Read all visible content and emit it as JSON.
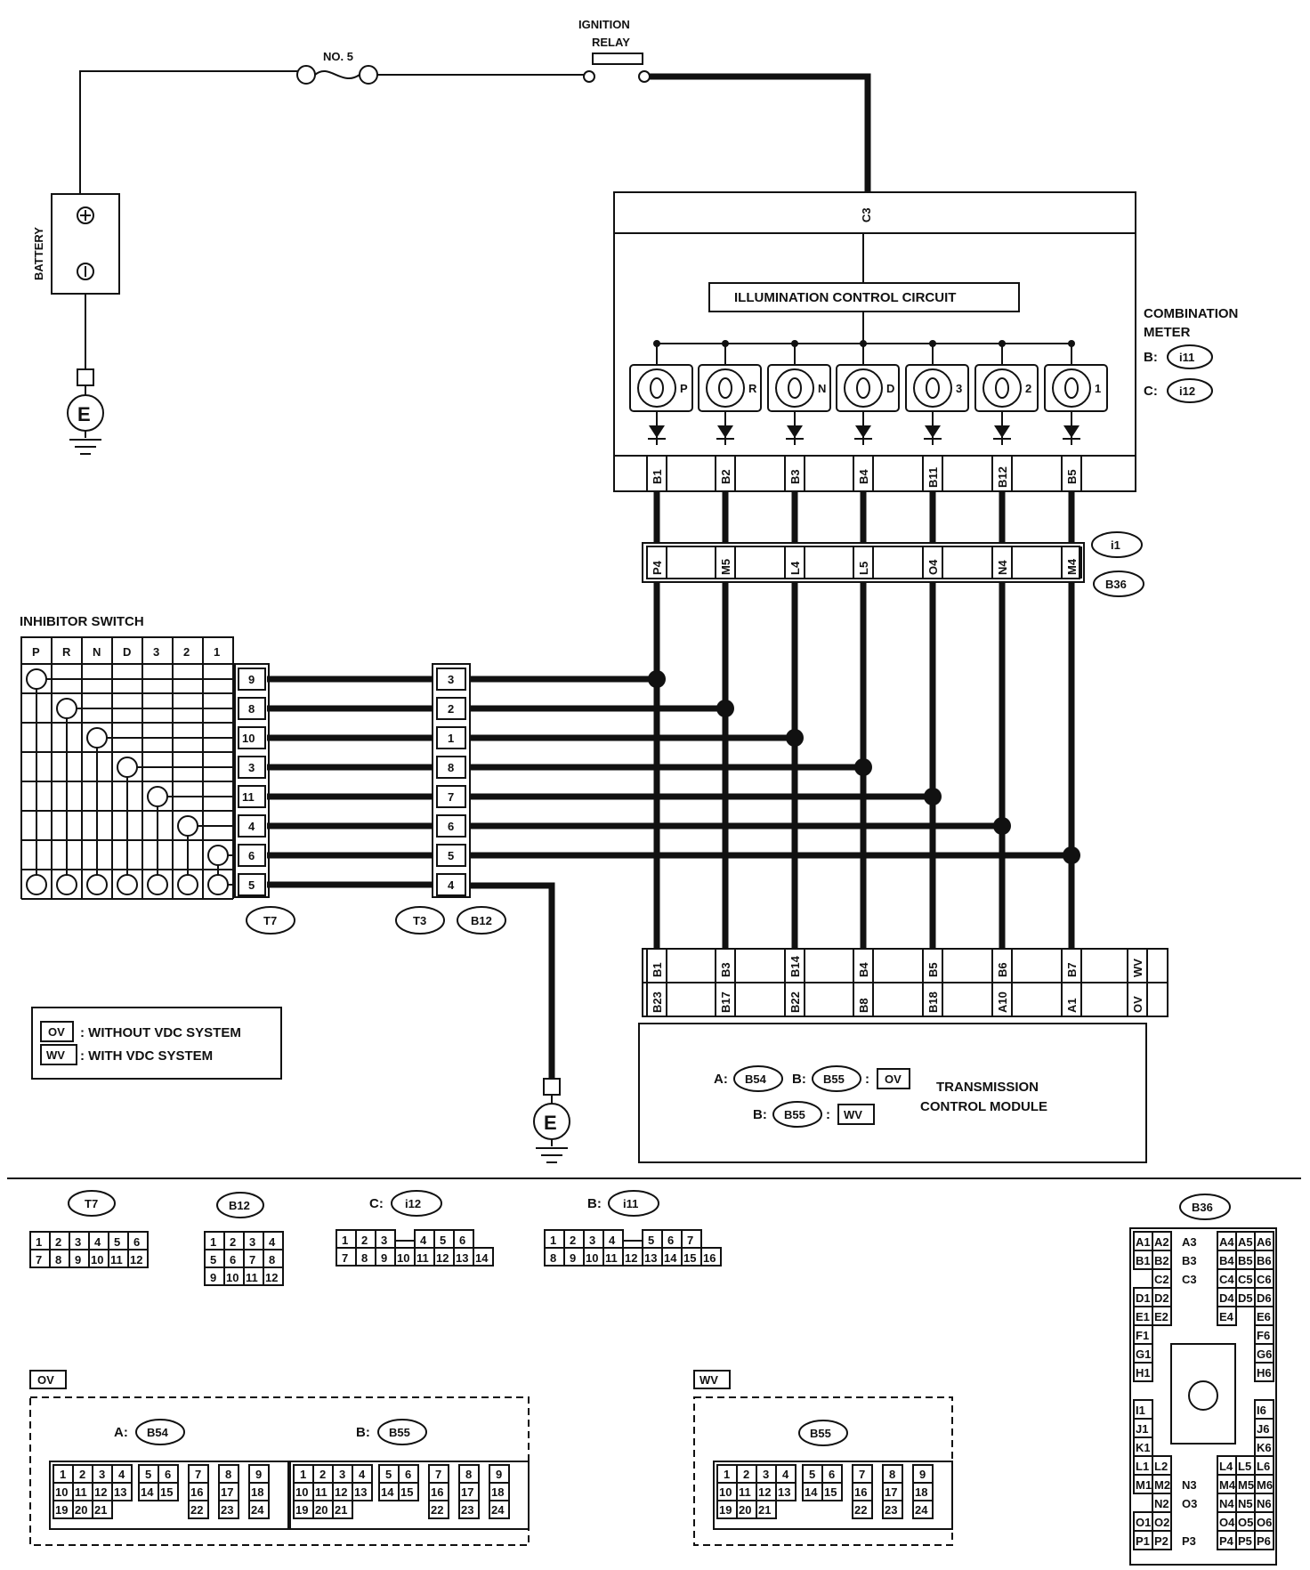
{
  "top": {
    "fuse_label": "NO. 5",
    "relay_line1": "IGNITION",
    "relay_line2": "RELAY",
    "battery_label": "BATTERY",
    "ground_symbol": "E"
  },
  "meter": {
    "top_pin": "C3",
    "circuit_label": "ILLUMINATION CONTROL CIRCUIT",
    "title_line1": "COMBINATION",
    "title_line2": "METER",
    "conn_b_prefix": "B:",
    "conn_b": "i11",
    "conn_c_prefix": "C:",
    "conn_c": "i12",
    "lamps": [
      "P",
      "R",
      "N",
      "D",
      "3",
      "2",
      "1"
    ],
    "bottom_pins": [
      "B1",
      "B2",
      "B3",
      "B4",
      "B11",
      "B12",
      "B5"
    ]
  },
  "harness": {
    "pins": [
      "P4",
      "M5",
      "L4",
      "L5",
      "O4",
      "N4",
      "M4"
    ],
    "conn1": "i1",
    "conn2": "B36"
  },
  "inhibitor": {
    "title": "INHIBITOR SWITCH",
    "positions": [
      "P",
      "R",
      "N",
      "D",
      "3",
      "2",
      "1"
    ],
    "t7_pins": [
      "9",
      "8",
      "10",
      "3",
      "11",
      "4",
      "6",
      "5"
    ],
    "t7_label": "T7"
  },
  "t3": {
    "pins": [
      "3",
      "2",
      "1",
      "8",
      "7",
      "6",
      "5",
      "4"
    ],
    "label1": "T3",
    "label2": "B12"
  },
  "tcm": {
    "pins_top": [
      "B1",
      "B3",
      "B14",
      "B4",
      "B5",
      "B6",
      "B7",
      "WV"
    ],
    "pins_bottom": [
      "B23",
      "B17",
      "B22",
      "B8",
      "B18",
      "A10",
      "A1",
      "OV"
    ],
    "line1": "TRANSMISSION",
    "line2": "CONTROL MODULE",
    "a_prefix": "A:",
    "a_conn": "B54",
    "b_prefix": "B:",
    "b_conn": "B55",
    "ov": "OV",
    "wv": "WV",
    "colon": ":"
  },
  "legend": {
    "ov_tag": "OV",
    "ov_text": ": WITHOUT VDC SYSTEM",
    "wv_tag": "WV",
    "wv_text": ": WITH VDC SYSTEM"
  },
  "connectors": {
    "t7": {
      "title": "T7",
      "rows": [
        [
          "1",
          "2",
          "3",
          "4",
          "5",
          "6"
        ],
        [
          "7",
          "8",
          "9",
          "10",
          "11",
          "12"
        ]
      ]
    },
    "b12": {
      "title": "B12",
      "rows": [
        [
          "1",
          "2",
          "3",
          "4"
        ],
        [
          "5",
          "6",
          "7",
          "8"
        ],
        [
          "9",
          "10",
          "11",
          "12"
        ]
      ]
    },
    "i12": {
      "prefix": "C:",
      "title": "i12",
      "rows": [
        [
          "1",
          "2",
          "3",
          "",
          "4",
          "5",
          "6"
        ],
        [
          "7",
          "8",
          "9",
          "10",
          "11",
          "12",
          "13",
          "14"
        ]
      ]
    },
    "i11": {
      "prefix": "B:",
      "title": "i11",
      "rows": [
        [
          "1",
          "2",
          "3",
          "4",
          "",
          "5",
          "6",
          "7"
        ],
        [
          "8",
          "9",
          "10",
          "11",
          "12",
          "13",
          "14",
          "15",
          "16"
        ]
      ]
    },
    "b36": {
      "title": "B36",
      "cells": [
        "A1",
        "A2",
        "A3",
        "A4",
        "A5",
        "A6",
        "B1",
        "B2",
        "B3",
        "B4",
        "B5",
        "B6",
        "C2",
        "C3",
        "C4",
        "C5",
        "C6",
        "D1",
        "D2",
        "D4",
        "D5",
        "D6",
        "E1",
        "E2",
        "E4",
        "E6",
        "F1",
        "F6",
        "G1",
        "G6",
        "H1",
        "H6",
        "I1",
        "I6",
        "J1",
        "J6",
        "K1",
        "K6",
        "L1",
        "L2",
        "L4",
        "L5",
        "L6",
        "M1",
        "M2",
        "N3",
        "M4",
        "M5",
        "M6",
        "N2",
        "O3",
        "N4",
        "N5",
        "N6",
        "O1",
        "O2",
        "O4",
        "O5",
        "O6",
        "P1",
        "P2",
        "P3",
        "P4",
        "P5",
        "P6"
      ]
    },
    "ov_box": {
      "tag": "OV",
      "a_prefix": "A:",
      "a_title": "B54",
      "b_prefix": "B:",
      "b_title": "B55"
    },
    "wv_box": {
      "tag": "WV",
      "title": "B55"
    },
    "big24_rows": [
      [
        "1",
        "2",
        "3",
        "4",
        "5",
        "6",
        "7",
        "8",
        "9"
      ],
      [
        "10",
        "11",
        "12",
        "13",
        "14",
        "15",
        "16",
        "17",
        "18"
      ],
      [
        "19",
        "20",
        "21",
        "22",
        "23",
        "24"
      ]
    ]
  }
}
